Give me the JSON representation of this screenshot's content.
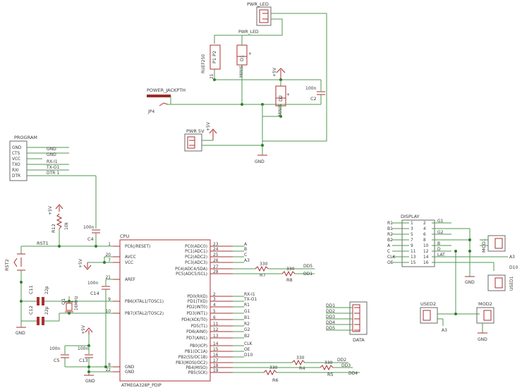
{
  "power": {
    "pwr_led": "PWR_LED",
    "pwr_led_net": "PWR_LED",
    "p1_label": "P1 P2",
    "p1_value": "RUEF250",
    "p1_pin": "21",
    "diode1_label": "D1",
    "diode1_value": "MINIS",
    "jack": "POWER_JACKPTH",
    "jack_ref": "JP4",
    "plus5v": "+5V",
    "d2_label": "D2",
    "d2_value": "MINIS",
    "c2_value": "100n",
    "c2_label": "C2",
    "pwr5v": "PWR 5V",
    "gnd": "GND"
  },
  "program": {
    "title": "PROGRAM",
    "pins": [
      "GND",
      "CTS",
      "VCC",
      "TXO",
      "RXI",
      "DTR"
    ],
    "nets": [
      "GND",
      "GND",
      "",
      "RX-I1",
      "TX-O1",
      "DTR 1"
    ]
  },
  "reset": {
    "r12": "R12",
    "r12_value": "10k",
    "plus5v": "+5V",
    "rst1": "RST1",
    "rst2": "RST2",
    "c4_value": "100n",
    "c4_label": "C4"
  },
  "crystal": {
    "c11": "C11",
    "c11_value": "22p",
    "c12": "C12",
    "c12_value": "22p",
    "q1": "Q1",
    "q1_value": "16MHz",
    "gnd": "GND"
  },
  "mcu": {
    "ref": "CPU",
    "name": "ATMEGA328P_PDIP",
    "left_pins": [
      {
        "name": "PC6(/RESET)",
        "num": "1"
      },
      {
        "name": "AVCC",
        "num": "20"
      },
      {
        "name": "VCC",
        "num": "7"
      },
      {
        "name": "AREF",
        "num": "21"
      },
      {
        "name": "PB6(XTAL1/TOSC1)",
        "num": "9"
      },
      {
        "name": "PB7(XTAL2/TOSC2)",
        "num": "10"
      },
      {
        "name": "GND",
        "num": "8"
      },
      {
        "name": "GND",
        "num": "22"
      }
    ],
    "right_pins": [
      {
        "name": "PC0(ADC0)",
        "num": "23",
        "net": "A"
      },
      {
        "name": "PC1(ADC1)",
        "num": "24",
        "net": "B"
      },
      {
        "name": "PC2(ADC2)",
        "num": "25",
        "net": "C"
      },
      {
        "name": "PC3(ADC3)",
        "num": "26",
        "net": "A3"
      },
      {
        "name": "PC4(ADC4/SDA)",
        "num": "27",
        "net": ""
      },
      {
        "name": "PC5(ADC5/SCL)",
        "num": "28",
        "net": ""
      },
      {
        "name": "PD0(RXD)",
        "num": "2",
        "net": "RX-I1"
      },
      {
        "name": "PD1(TXD)",
        "num": "3",
        "net": "TX-O1"
      },
      {
        "name": "PD2(INT0)",
        "num": "4",
        "net": "R1"
      },
      {
        "name": "PD3(INT1)",
        "num": "5",
        "net": "G1"
      },
      {
        "name": "PD4(XCK/T0)",
        "num": "6",
        "net": "B1"
      },
      {
        "name": "PD5(T1)",
        "num": "11",
        "net": "R2"
      },
      {
        "name": "PD6(AIN0)",
        "num": "12",
        "net": "G2"
      },
      {
        "name": "PD7(AIN1)",
        "num": "13",
        "net": "B2"
      },
      {
        "name": "PB0(ICP)",
        "num": "14",
        "net": "CLK"
      },
      {
        "name": "PB1(OC1A)",
        "num": "15",
        "net": "OE"
      },
      {
        "name": "PB2(SS/OC1B)",
        "num": "16",
        "net": "D10"
      },
      {
        "name": "PB3(MOSI/OC2)",
        "num": "17",
        "net": ""
      },
      {
        "name": "PB4(MISO)",
        "num": "18",
        "net": ""
      },
      {
        "name": "PB5(SCK)",
        "num": "19",
        "net": ""
      }
    ],
    "c14_value": "100n",
    "c14_label": "C14",
    "plus5v": "+5V",
    "c5_value": "100n",
    "c5_label": "C5",
    "c13_value": "100n",
    "c13_label": "C13",
    "gnd": "GND"
  },
  "resistors": {
    "r7_value": "330",
    "r7_label": "R7",
    "r7_net": "DD5",
    "r8_value": "330",
    "r8_label": "R8",
    "r8_net": "DD1",
    "r4_value": "330",
    "r4_label": "R4",
    "r4_net": "DD2",
    "r5_value": "330",
    "r5_label": "R5",
    "r5_net": "DD3",
    "r6_value": "330",
    "r6_label": "R6",
    "r6_net": "DD4"
  },
  "data_conn": {
    "title": "DATA",
    "nets": [
      "DD1",
      "DD2",
      "DD3",
      "DD4",
      "DD5"
    ]
  },
  "display": {
    "title": "DISPLAY",
    "left_nets": [
      "R1",
      "B1",
      "R2",
      "B2",
      "A",
      "C",
      "CLK",
      "OE"
    ],
    "left_nums": [
      "1",
      "3",
      "5",
      "7",
      "9",
      "11",
      "13",
      "15"
    ],
    "right_nums": [
      "2",
      "4",
      "6",
      "8",
      "10",
      "12",
      "14",
      "16"
    ],
    "right_nets": [
      "G1",
      "",
      "G2",
      "",
      "B",
      "D",
      "LAT",
      ""
    ],
    "gnd": "GND",
    "a3_net": "A3",
    "d10_net": "D10"
  },
  "extras": {
    "mod1": "MOD1",
    "used1": "USED1",
    "used2": "USED2",
    "mod2": "MOD2",
    "a3": "A3",
    "gnd": "GND"
  }
}
